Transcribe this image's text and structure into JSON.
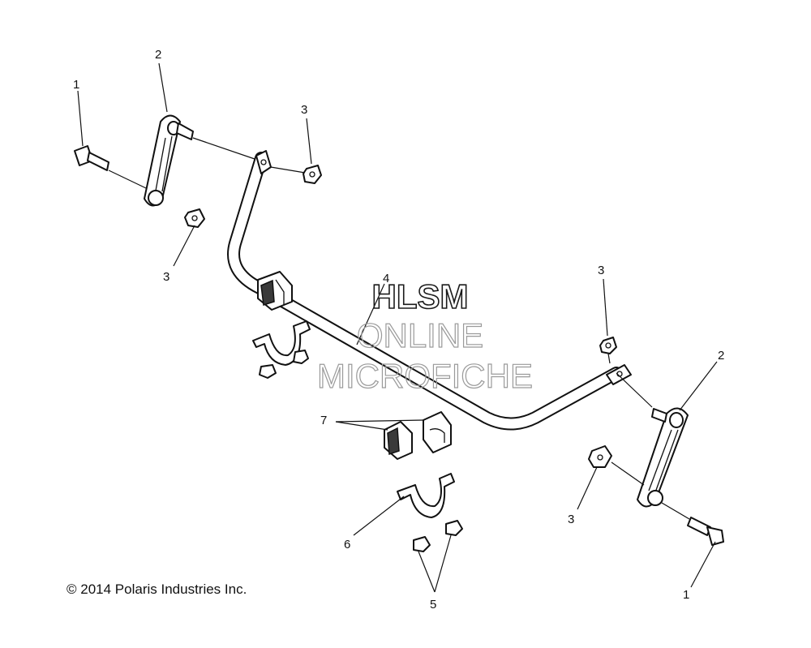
{
  "callouts": [
    {
      "id": "c1a",
      "text": "1"
    },
    {
      "id": "c2a",
      "text": "2"
    },
    {
      "id": "c3a",
      "text": "3"
    },
    {
      "id": "c3b",
      "text": "3"
    },
    {
      "id": "c4",
      "text": "4"
    },
    {
      "id": "c3c",
      "text": "3"
    },
    {
      "id": "c2b",
      "text": "2"
    },
    {
      "id": "c7",
      "text": "7"
    },
    {
      "id": "c3d",
      "text": "3"
    },
    {
      "id": "c6",
      "text": "6"
    },
    {
      "id": "c1b",
      "text": "1"
    },
    {
      "id": "c5",
      "text": "5"
    }
  ],
  "watermark": {
    "line1": "HLSM",
    "line2": "ONLINE",
    "line3": "MICROFICHE"
  },
  "copyright": "© 2014 Polaris Industries Inc."
}
